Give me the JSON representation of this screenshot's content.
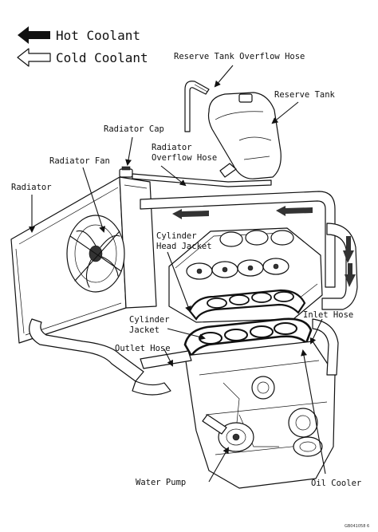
{
  "legend": {
    "hot": "Hot Coolant",
    "cold": "Cold Coolant"
  },
  "labels": {
    "reserve_tank_overflow_hose": "Reserve Tank Overflow Hose",
    "reserve_tank": "Reserve Tank",
    "radiator_cap": "Radiator Cap",
    "radiator_overflow_hose_line1": "Radiator",
    "radiator_overflow_hose_line2": "Overflow Hose",
    "radiator_fan": "Radiator Fan",
    "radiator": "Radiator",
    "cylinder_head_jacket_line1": "Cylinder",
    "cylinder_head_jacket_line2": "Head Jacket",
    "cylinder_jacket_line1": "Cylinder",
    "cylinder_jacket_line2": "Jacket",
    "outlet_hose": "Outlet Hose",
    "inlet_hose": "Inlet Hose",
    "water_pump": "Water Pump",
    "oil_cooler": "Oil Cooler"
  },
  "figure_code": "GB041058 6",
  "colors": {
    "ink": "#111111",
    "background": "#ffffff"
  }
}
